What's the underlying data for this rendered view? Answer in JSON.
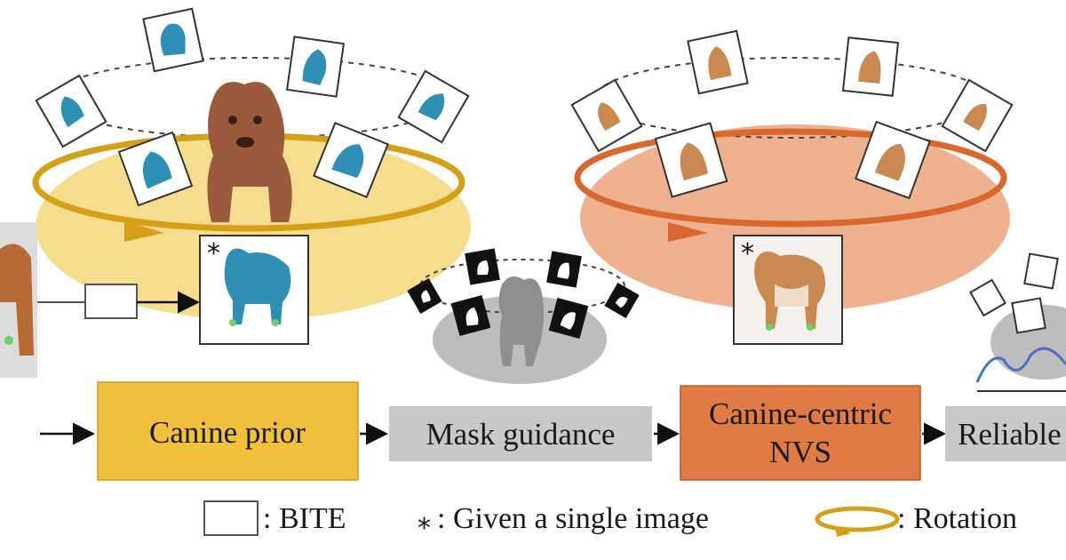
{
  "pipeline": {
    "steps": [
      {
        "id": "canine-prior",
        "label": "Canine prior",
        "color": "#f2c13b"
      },
      {
        "id": "mask-guidance",
        "label": "Mask guidance",
        "color": "#c8c8c8"
      },
      {
        "id": "nvs",
        "label_lines": [
          "Canine-centric",
          "NVS"
        ],
        "color": "#e07b45"
      },
      {
        "id": "reliable",
        "label": "Reliable",
        "color": "#c8c8c8"
      }
    ]
  },
  "legend": {
    "bite": ": BITE",
    "single_image_mark": "*",
    "single_image": ": Given a single image",
    "rotation": ": Rotation"
  },
  "colors": {
    "prior_ellipse": "#f5d779",
    "nvs_ellipse": "#eba57e",
    "mask_ellipse": "#bdbdbd",
    "rotation_arrow_gold": "#d4a017",
    "rotation_arrow_orange": "#d9682e",
    "dog_brown": "#9a5a3c",
    "dog_blue": "#2f8fb5",
    "dog_shiba": "#c98a52",
    "curve_blue": "#4a6fc4"
  }
}
